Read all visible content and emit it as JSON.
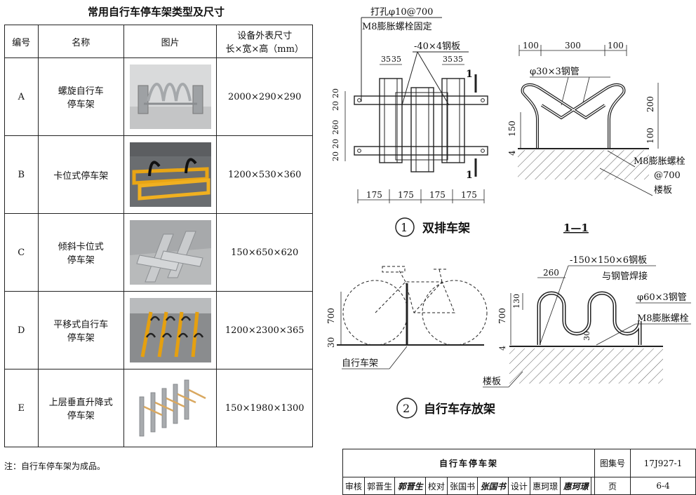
{
  "table": {
    "title": "常用自行车停车架类型及尺寸",
    "headers": {
      "no": "编号",
      "name": "名称",
      "image": "图片",
      "dim_line1": "设备外表尺寸",
      "dim_line2": "长×宽×高（mm）"
    },
    "rows": [
      {
        "no": "A",
        "name1": "螺旋自行车",
        "name2": "停车架",
        "dims": "2000×290×290",
        "photo": "spiral-rack"
      },
      {
        "no": "B",
        "name1": "卡位式停车架",
        "name2": "",
        "dims": "1200×530×360",
        "photo": "slot-rack"
      },
      {
        "no": "C",
        "name1": "倾斜卡位式",
        "name2": "停车架",
        "dims": "150×650×620",
        "photo": "inclined-rack"
      },
      {
        "no": "D",
        "name1": "平移式自行车",
        "name2": "停车架",
        "dims": "1200×2300×365",
        "photo": "sliding-rack"
      },
      {
        "no": "E",
        "name1": "上层垂直升降式",
        "name2": "停车架",
        "dims": "150×1980×1300",
        "photo": "lift-rack"
      }
    ],
    "note": "注：自行车停车架为成品。"
  },
  "drawing1": {
    "callout_hole": "打孔φ10@700",
    "callout_bolt": "M8膨胀螺栓固定",
    "callout_plate": "-40×4钢板",
    "dim_top_a": "35",
    "dim_top_b": "35",
    "dim_left": [
      "20",
      "20",
      "260",
      "20",
      "20"
    ],
    "dim_bottom": [
      "175",
      "175",
      "175",
      "175"
    ],
    "section_mark": "1",
    "number": "1",
    "caption": "双排车架"
  },
  "section1": {
    "dim_top": [
      "100",
      "300",
      "100"
    ],
    "pipe": "φ30×3钢管",
    "dim_right": [
      "200",
      "100"
    ],
    "dim_left": [
      "150",
      "4"
    ],
    "bolt_line1": "M8膨胀螺栓",
    "bolt_line2": "@700",
    "slab": "楼板",
    "caption": "1—1"
  },
  "drawing2": {
    "dim_height": "700",
    "dim_base": "30",
    "label_rack": "自行车架",
    "plate": "-150×150×6钢板",
    "weld": "与钢管焊接",
    "dim_260": "260",
    "dim_130": "130",
    "dim_700": "700",
    "dim_4": "4",
    "dim_30": "30",
    "pipe": "φ60×3钢管",
    "bolt": "M8膨胀螺栓",
    "slab": "楼板",
    "number": "2",
    "caption": "自行车存放架"
  },
  "title_block": {
    "title": "自行车停车架",
    "atlas_label": "图集号",
    "atlas_no": "17J927-1",
    "review_label": "审核",
    "reviewer": "郭晋生",
    "check_label": "校对",
    "checker": "张国书",
    "design_label": "设计",
    "designer": "惠珂璟",
    "page_label": "页",
    "page_no": "6-4"
  }
}
